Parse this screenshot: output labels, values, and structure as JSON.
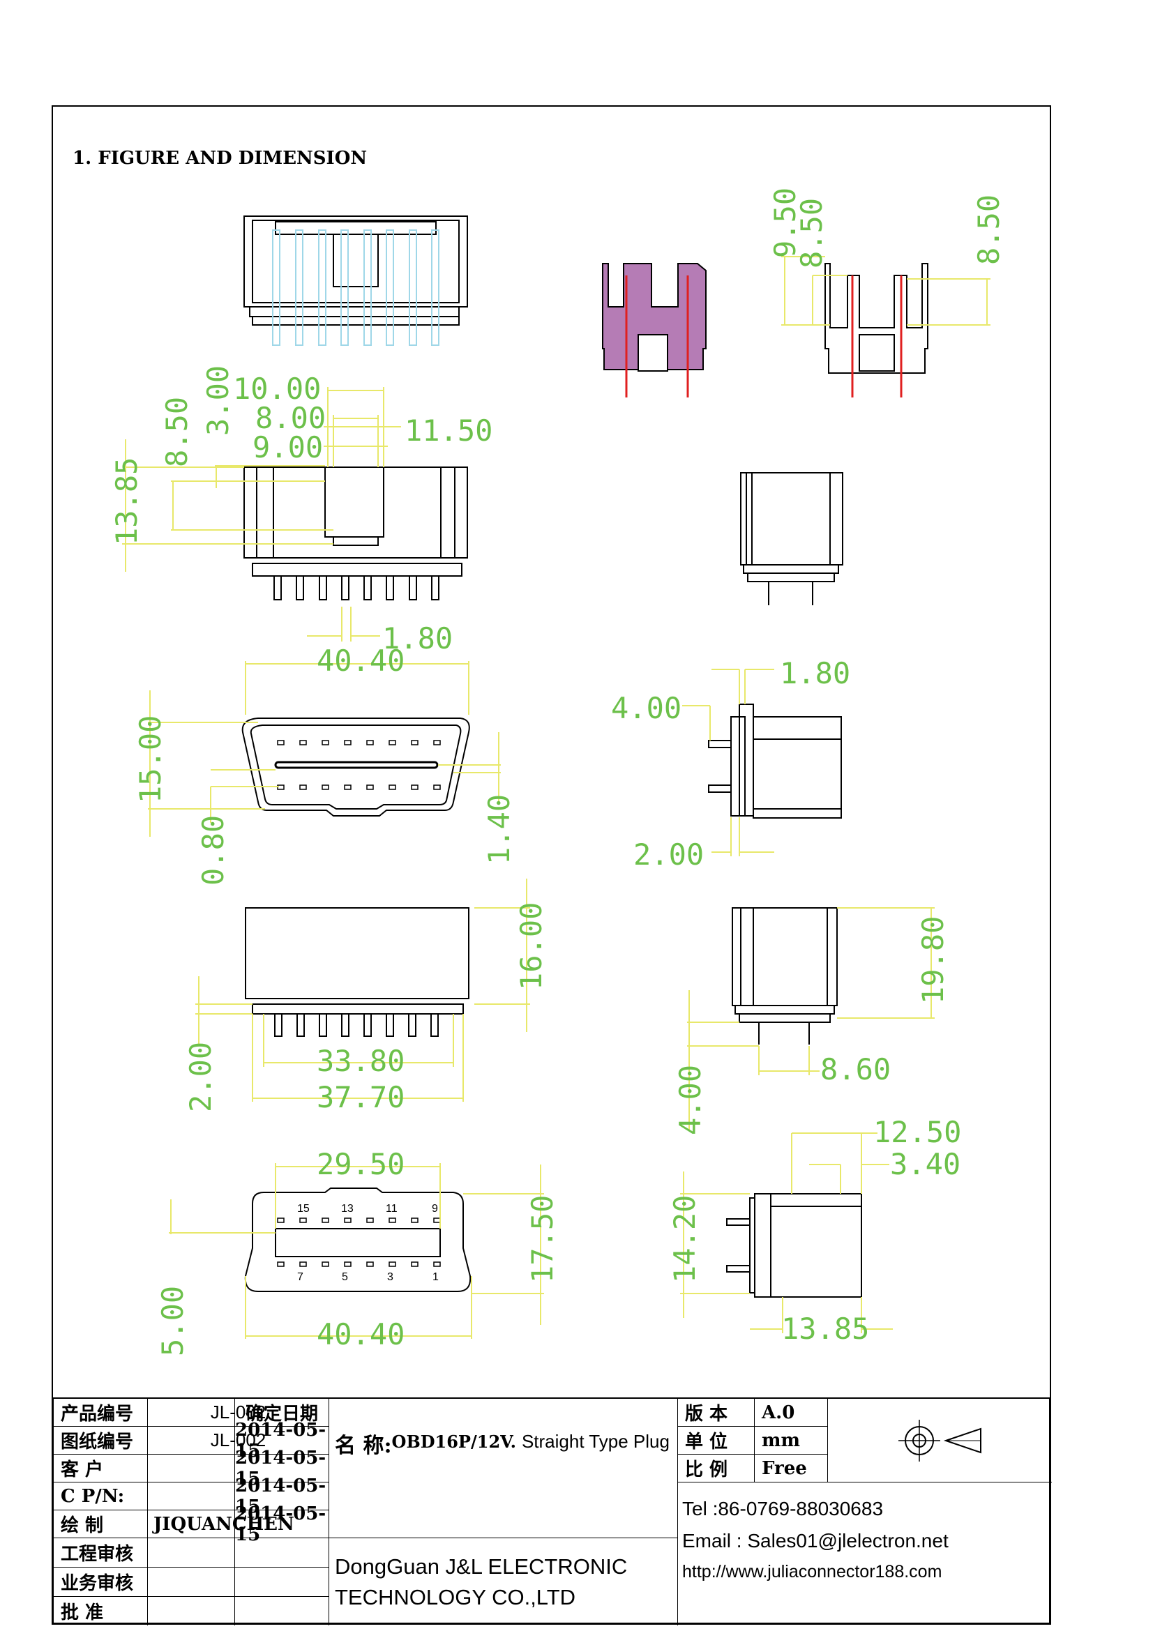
{
  "heading": "1. FIGURE AND DIMENSION",
  "colors": {
    "dimension": "#6cc04a",
    "leader": "#e8e86a",
    "outline": "#000000",
    "section_fill": "#b57cb5",
    "pin_red": "#e02020",
    "pin_ghost": "#9fd7e8"
  },
  "dimensions": {
    "side_top_a": "9.50",
    "side_top_b": "8.50",
    "side_top_c": "8.50",
    "fv_10": "10.00",
    "fv_3": "3.00",
    "fv_8": "8.00",
    "fv_115": "11.50",
    "fv_85": "8.50",
    "fv_9": "9.00",
    "fv_1385": "13.85",
    "pitch": "1.80",
    "width_4040_top": "40.40",
    "face_15": "15.00",
    "face_080": "0.80",
    "face_140": "1.40",
    "sv_180": "1.80",
    "sv_400": "4.00",
    "sv_200": "2.00",
    "body_16": "16.00",
    "body_2": "2.00",
    "body_3380": "33.80",
    "body_3770": "37.70",
    "sv2_1980": "19.80",
    "sv2_860": "8.60",
    "sv2_400": "4.00",
    "face2_2950": "29.50",
    "face2_1750": "17.50",
    "face2_500": "5.00",
    "face2_4040": "40.40",
    "sv3_1250": "12.50",
    "sv3_340": "3.40",
    "sv3_1420": "14.20",
    "sv3_1385": "13.85"
  },
  "pin_labels": {
    "top_row": [
      "15",
      "13",
      "11",
      "9"
    ],
    "bottom_row": [
      "7",
      "5",
      "3",
      "1"
    ]
  },
  "title_block": {
    "labels": [
      "产品编号",
      "图纸编号",
      "客 户",
      "C P/N:",
      "绘 制",
      "工程审核",
      "业务审核",
      "批 准"
    ],
    "values": [
      "JL-002",
      "JL-002",
      "",
      "",
      "JIQUANCHEN",
      "",
      "",
      ""
    ],
    "date_header": "确定日期",
    "dates": [
      "2014-05-15",
      "2014-05-15",
      "2014-05-15",
      "2014-05-15"
    ],
    "name_label": "名 称:",
    "name_code": "OBD16P/12V.",
    "name_desc": "Straight Type Plug",
    "company_line1": "DongGuan J&L ELECTRONIC",
    "company_line2": "TECHNOLOGY CO.,LTD",
    "version_label": "版 本",
    "version": "A.0",
    "unit_label": "单 位",
    "unit": "mm",
    "scale_label": "比 例",
    "scale": "Free",
    "tel": "Tel :86-0769-88030683",
    "email": "Email : Sales01@jlelectron.net",
    "web": "http://www.juliaconnector188.com"
  }
}
